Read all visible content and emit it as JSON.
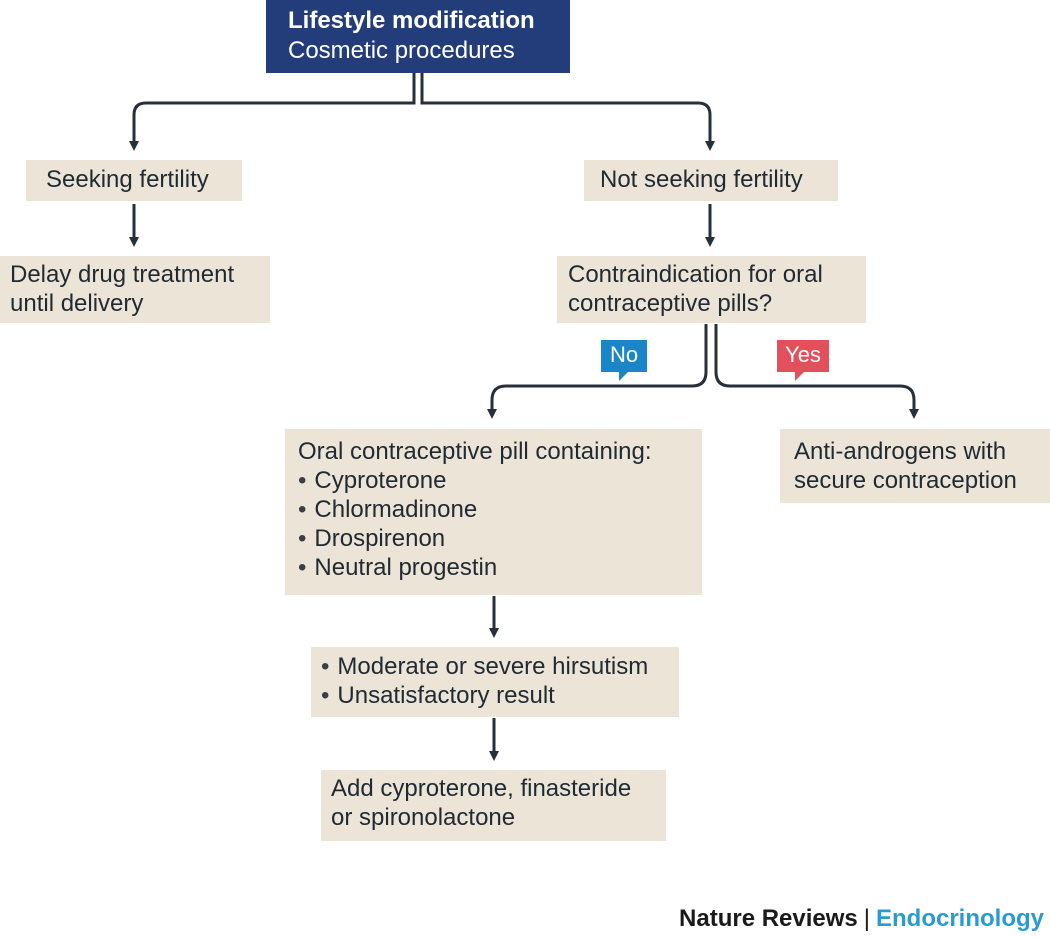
{
  "top": {
    "title": "Lifestyle modification",
    "subtitle": "Cosmetic procedures"
  },
  "left_branch": {
    "label": "Seeking fertility",
    "action_lines": [
      "Delay drug treatment",
      "until delivery"
    ]
  },
  "right_branch": {
    "label": "Not seeking fertility",
    "question_lines": [
      "Contraindication for oral",
      "contraceptive pills?"
    ],
    "no_tag": "No",
    "yes_tag": "Yes"
  },
  "ocp": {
    "heading": "Oral contraceptive pill containing:",
    "items": [
      "Cyproterone",
      "Chlormadinone",
      "Drospirenon",
      "Neutral progestin"
    ]
  },
  "antiandrogen": {
    "lines": [
      "Anti-androgens with",
      "secure contraception"
    ]
  },
  "escalation": {
    "items": [
      "Moderate or severe hirsutism",
      "Unsatisfactory result"
    ]
  },
  "add_drugs": {
    "lines": [
      "Add cyproterone, finasteride",
      "or spironolactone"
    ]
  },
  "footer": {
    "journal": "Nature Reviews",
    "separator": "|",
    "section": "Endocrinology"
  },
  "colors": {
    "top_box": "#233d7a",
    "box": "#ece4d6",
    "arrow": "#26303a",
    "no_tag": "#1a86c8",
    "yes_tag": "#e2505b",
    "footer_section": "#2a9bd2"
  }
}
